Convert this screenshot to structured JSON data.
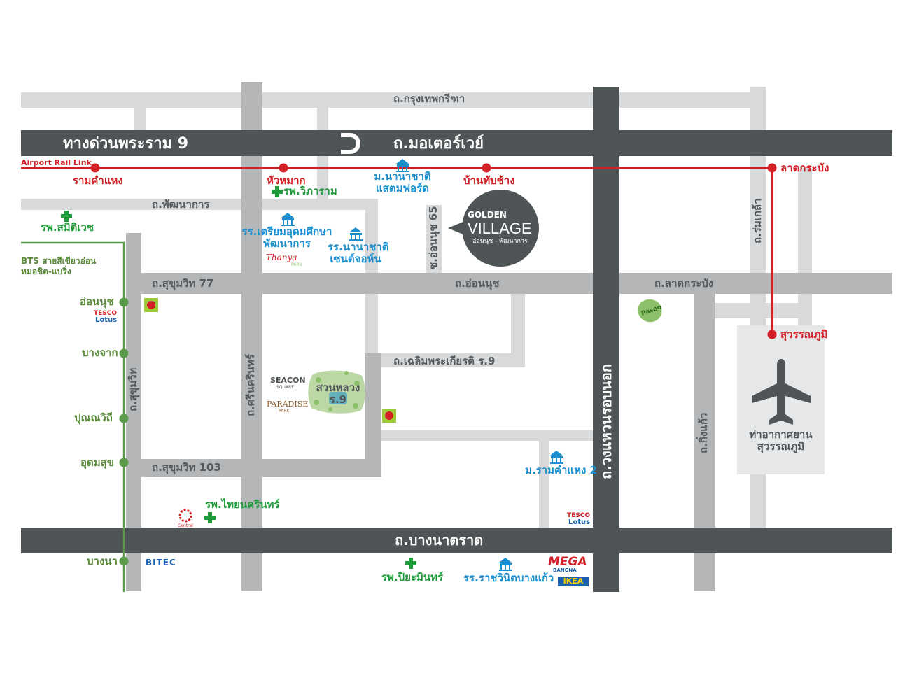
{
  "roads": {
    "krungthep_kreetha": "ถ.กรุงเทพกรีฑา",
    "expressway_rama9": "ทางด่วนพระราม 9",
    "motorway": "ถ.มอเตอร์เวย์",
    "phatthanakan": "ถ.พัฒนาการ",
    "sukhumvit77": "ถ.สุขุมวิท 77",
    "on_nut": "ถ.อ่อนนุช",
    "lat_krabang_rd": "ถ.ลาดกระบัง",
    "on_nut_soi65": "ซ.อ่อนนุช 65",
    "romklao": "ถ.ร่มเกล้า",
    "chaloem_phrakiat": "ถ.เฉลิมพระเกียรติ ร.9",
    "srinagarindra": "ถ.ศรีนครินทร์",
    "sukhumvit": "ถ.สุขุมวิท",
    "sukhumvit103": "ถ.สุขุมวิท 103",
    "outer_ring": "ถ.วงแหวนรอบนอก",
    "king_kaeo": "ถ.กิ่งแก้ว",
    "bangna_trat": "ถ.บางนาตราด"
  },
  "rail": {
    "line_name": "Airport Rail Link",
    "stations": [
      "รามคำแหง",
      "หัวหมาก",
      "บ้านทับช้าง",
      "ลาดกระบัง",
      "สุวรรณภูมิ"
    ],
    "color": "#d32027"
  },
  "bts": {
    "line_name_1": "BTS สายสีเขียวอ่อน",
    "line_name_2": "หมอชิต-แบริ่ง",
    "stations": [
      "อ่อนนุช",
      "บางจาก",
      "ปุณณวิถี",
      "อุดมสุข",
      "บางนา"
    ],
    "color": "#5a9a4a"
  },
  "places": {
    "hospital_wiharam": "รพ.วิภาราม",
    "hospital_samitivej": "รพ.สมิติเวช",
    "hospital_thainakarin": "รพ.ไทยนครินทร์",
    "hospital_piyamin": "รพ.ปิยะมินทร์",
    "univ_stamford_1": "ม.นานาชาติ",
    "univ_stamford_2": "แสตมฟอร์ด",
    "school_triam_1": "รร.เตรียมอุดมศึกษา",
    "school_triam_2": "พัฒนาการ",
    "school_stjohn_1": "รร.นานาชาติ",
    "school_stjohn_2": "เซนต์จอห์น",
    "univ_ramkhamhaeng2": "ม.รามคำแหง 2",
    "school_rachawinit": "รร.ราชวินิตบางแก้ว",
    "park_1": "สวนหลวง",
    "park_2": "ร.9",
    "airport_1": "ท่าอากาศยาน",
    "airport_2": "สุวรรณภูมิ"
  },
  "brands": {
    "thanya": "Thanya",
    "thanya_sub": "PARK",
    "seacon_1": "SEACON",
    "seacon_2": "SQUARE",
    "paradise": "PARADISE",
    "paradise_sub": "PARK",
    "tesco_1": "TESCO",
    "tesco_2": "Lotus",
    "pasco": "Paseo",
    "central": "Central",
    "bitec": "BITEC",
    "mega_1": "MEGA",
    "mega_2": "BANGNA",
    "ikea": "IKEA"
  },
  "project": {
    "name_1": "GOLDEN",
    "name_2": "VILLAGE",
    "subtitle": "อ่อนนุช - พัฒนาการ"
  },
  "colors": {
    "major_road": "#4f5556",
    "minor_road": "#d7d9db",
    "medium_road": "#b4b6b8",
    "rail": "#d32027",
    "bts": "#5a9a4a",
    "hospital": "#1e9b3a",
    "education": "#1a8fd0",
    "airport_area": "#e6e7e8"
  }
}
